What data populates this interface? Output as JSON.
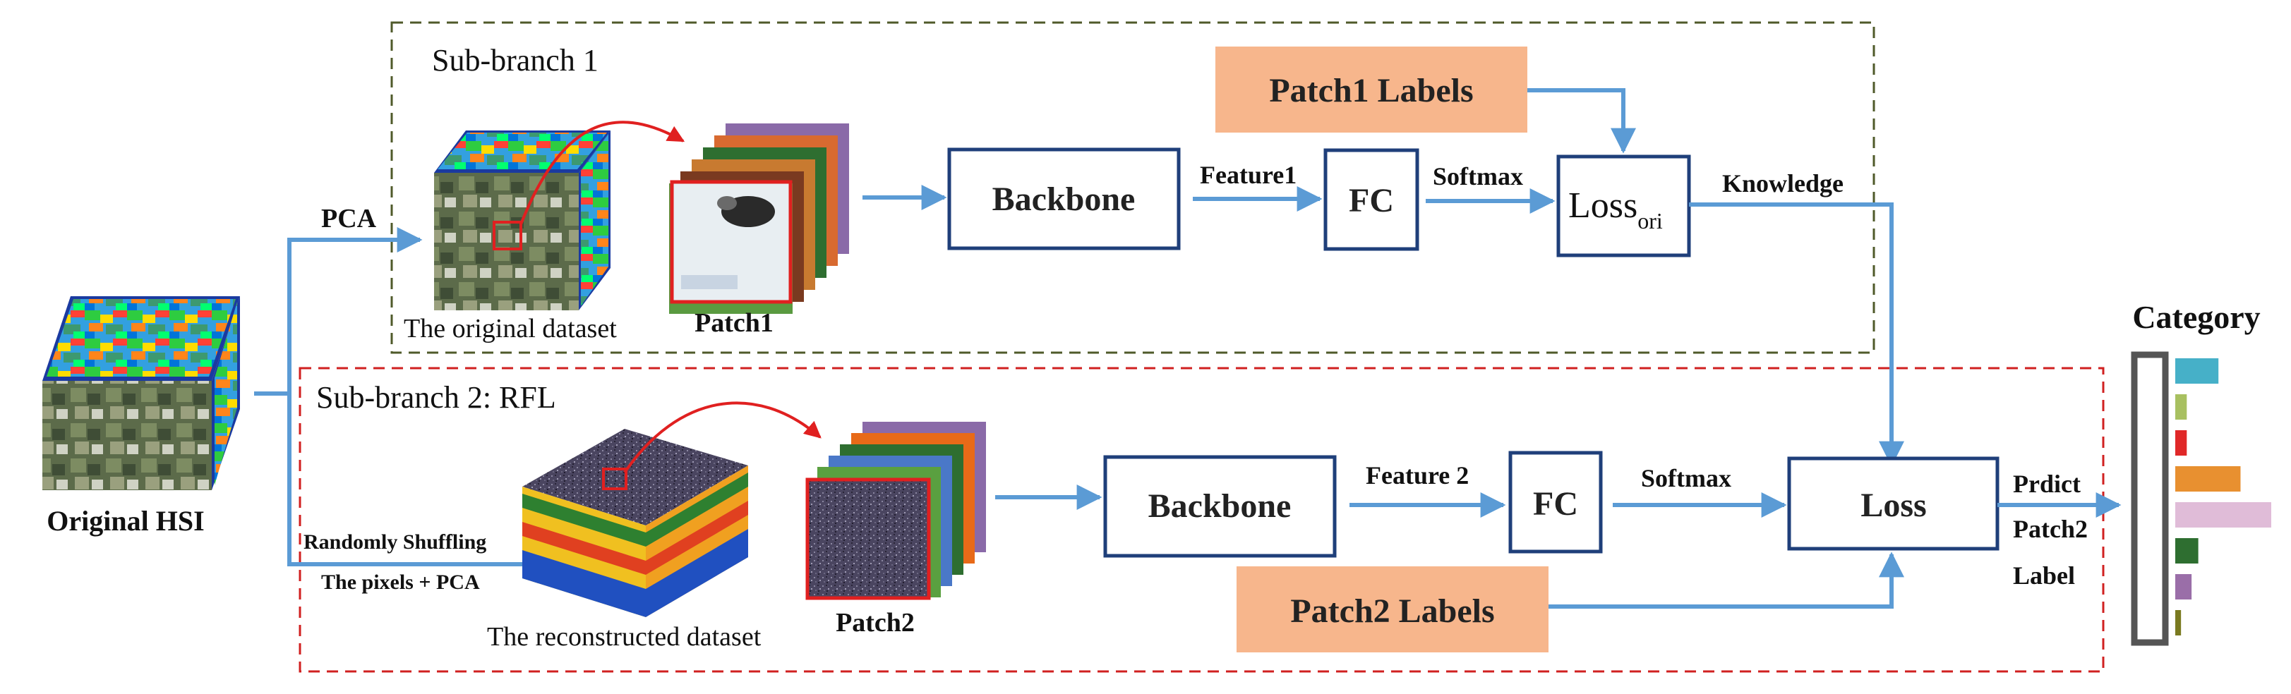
{
  "branches": {
    "sub1_title": "Sub-branch 1",
    "sub2_title": "Sub-branch 2: RFL"
  },
  "labels": {
    "original_hsi": "Original HSI",
    "pca": "PCA",
    "original_dataset": "The original dataset",
    "patch1": "Patch1",
    "patch2": "Patch2",
    "shuffle_line1": "Randomly Shuffling",
    "shuffle_line2": "The pixels + PCA",
    "reconstructed_dataset": "The reconstructed dataset",
    "feature1": "Feature1",
    "feature2": "Feature 2",
    "softmax1": "Softmax",
    "softmax2": "Softmax",
    "knowledge": "Knowledge",
    "predict_line1": "Prdict",
    "predict_line2": "Patch2",
    "predict_line3": "Label",
    "category": "Category"
  },
  "boxes": {
    "backbone1": "Backbone",
    "fc1": "FC",
    "loss_ori_main": "Loss",
    "loss_ori_sub": "ori",
    "backbone2": "Backbone",
    "fc2": "FC",
    "loss2": "Loss",
    "patch1_labels": "Patch1 Labels",
    "patch2_labels": "Patch2 Labels"
  },
  "category_bars": [
    {
      "color": "#46b0c8",
      "value": 0.45
    },
    {
      "color": "#a8c060",
      "value": 0.12
    },
    {
      "color": "#e02828",
      "value": 0.12
    },
    {
      "color": "#e89030",
      "value": 0.68
    },
    {
      "color": "#e0bcd8",
      "value": 1.0
    },
    {
      "color": "#2e6e30",
      "value": 0.24
    },
    {
      "color": "#9a6ea8",
      "value": 0.17
    },
    {
      "color": "#7a7a20",
      "value": 0.06
    }
  ],
  "colors": {
    "arrow": "#5b9bd5",
    "box_border": "#1f3f7a",
    "label_fill": "#f7b68c",
    "sub1_border": "#4f5a2a",
    "sub2_border": "#d02020",
    "sub1_title": "#5a6a2a",
    "sub2_title": "#c82020"
  }
}
